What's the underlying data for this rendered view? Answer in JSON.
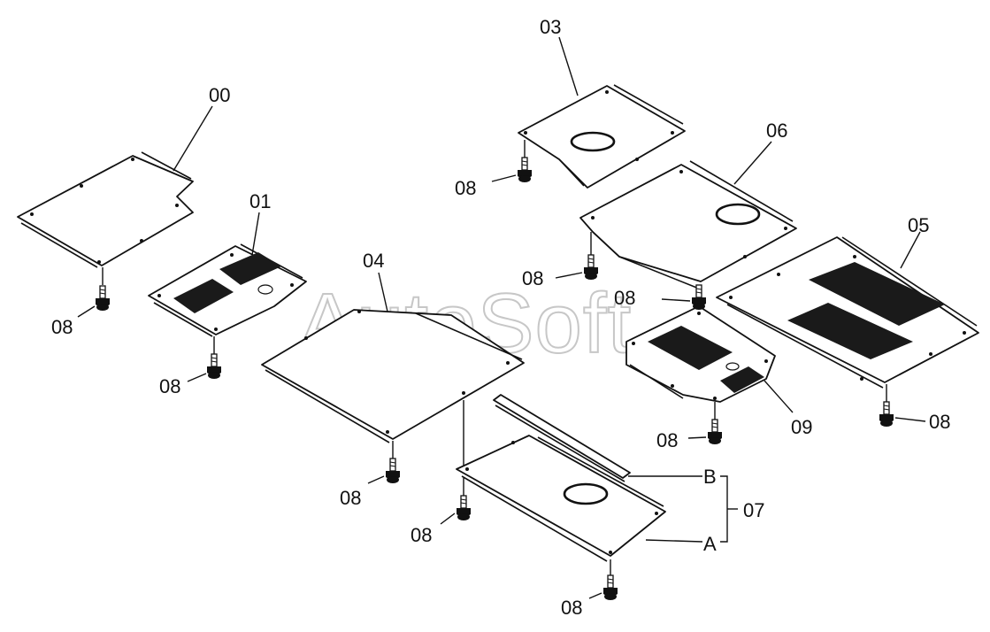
{
  "watermark": "AutoSoft",
  "callouts": {
    "p00": "00",
    "p01": "01",
    "p03": "03",
    "p04": "04",
    "p05": "05",
    "p06": "06",
    "p07": "07",
    "p09": "09",
    "bolt": "08",
    "sub_a": "A",
    "sub_b": "B"
  }
}
